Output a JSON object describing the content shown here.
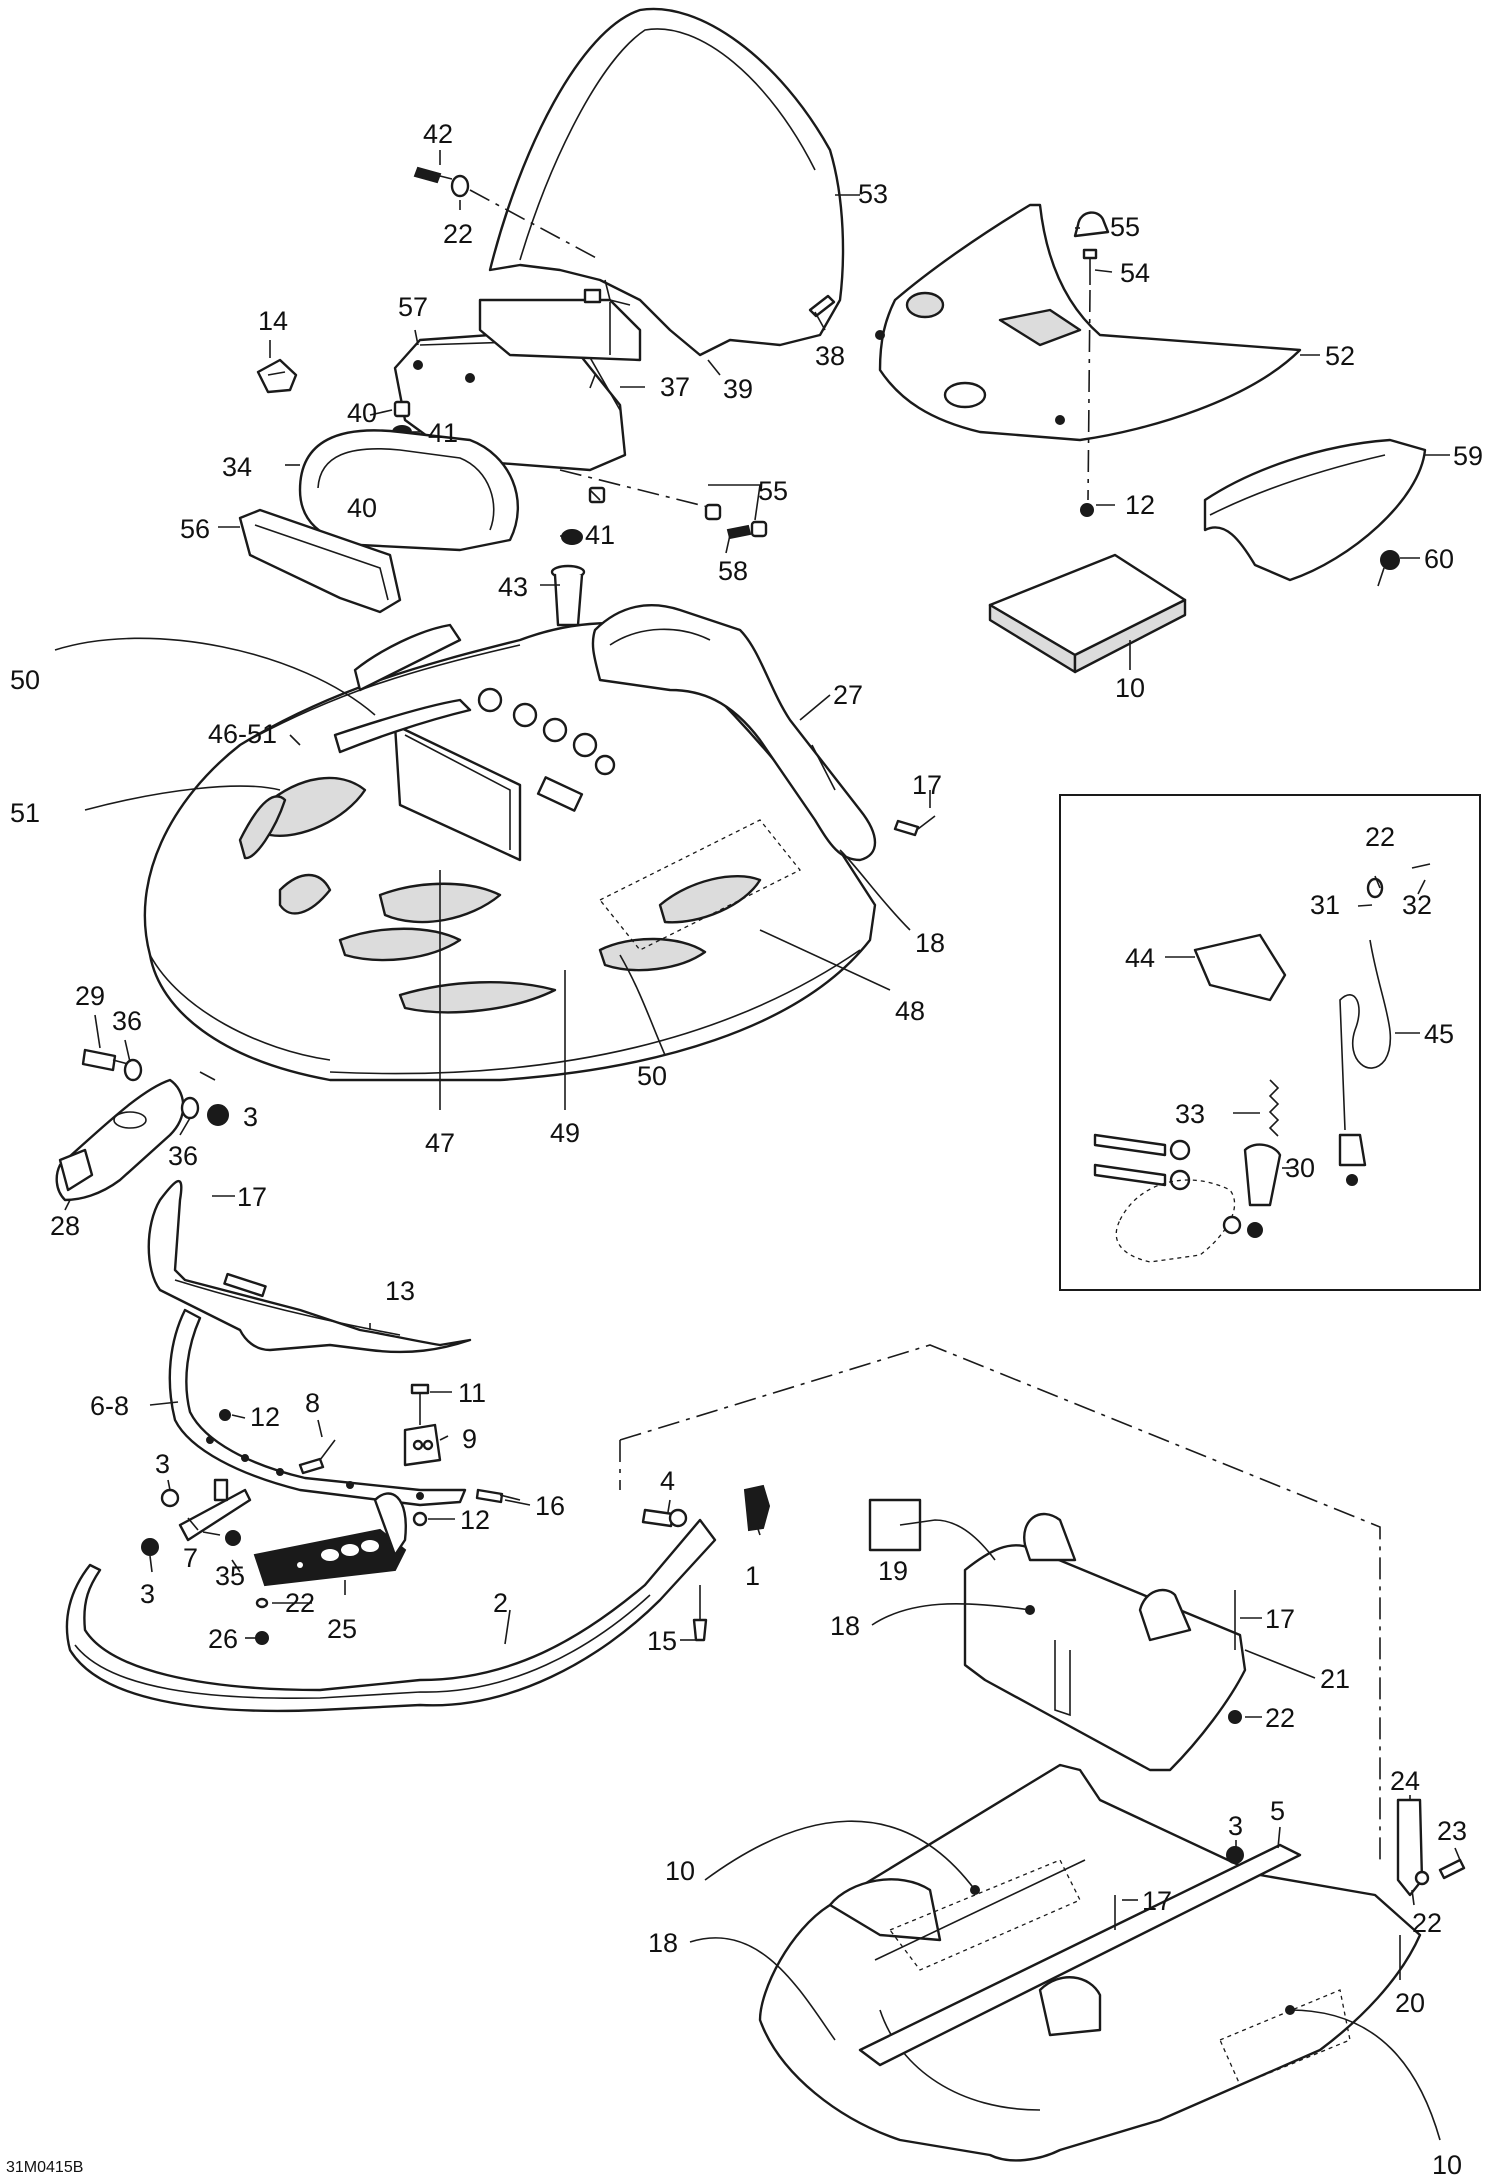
{
  "diagram": {
    "reference_code": "31M0415B",
    "callouts": {
      "c1": "1",
      "c2": "2",
      "c3a": "3",
      "c3b": "3",
      "c3c": "3",
      "c3d": "3",
      "c4": "4",
      "c5": "5",
      "c6_8": "6-8",
      "c7": "7",
      "c8": "8",
      "c9": "9",
      "c10a": "10",
      "c10b": "10",
      "c10c": "10",
      "c11": "11",
      "c12a": "12",
      "c12b": "12",
      "c12c": "12",
      "c13": "13",
      "c14": "14",
      "c15": "15",
      "c16": "16",
      "c17a": "17",
      "c17b": "17",
      "c17c": "17",
      "c17d": "17",
      "c18a": "18",
      "c18b": "18",
      "c18c": "18",
      "c19": "19",
      "c20": "20",
      "c21": "21",
      "c22a": "22",
      "c22b": "22",
      "c22c": "22",
      "c22d": "22",
      "c22e": "22",
      "c23": "23",
      "c24": "24",
      "c25": "25",
      "c26": "26",
      "c27": "27",
      "c28": "28",
      "c29": "29",
      "c30": "30",
      "c31": "31",
      "c32": "32",
      "c33": "33",
      "c34": "34",
      "c35": "35",
      "c36a": "36",
      "c36b": "36",
      "c37": "37",
      "c38": "38",
      "c39": "39",
      "c40a": "40",
      "c40b": "40",
      "c41a": "41",
      "c41b": "41",
      "c42": "42",
      "c43": "43",
      "c44": "44",
      "c45": "45",
      "c46_51": "46-51",
      "c47": "47",
      "c48": "48",
      "c49": "49",
      "c50a": "50",
      "c50b": "50",
      "c51": "51",
      "c52": "52",
      "c53": "53",
      "c54": "54",
      "c55a": "55",
      "c55b": "55",
      "c56": "56",
      "c57": "57",
      "c58": "58",
      "c59": "59",
      "c60": "60"
    }
  }
}
